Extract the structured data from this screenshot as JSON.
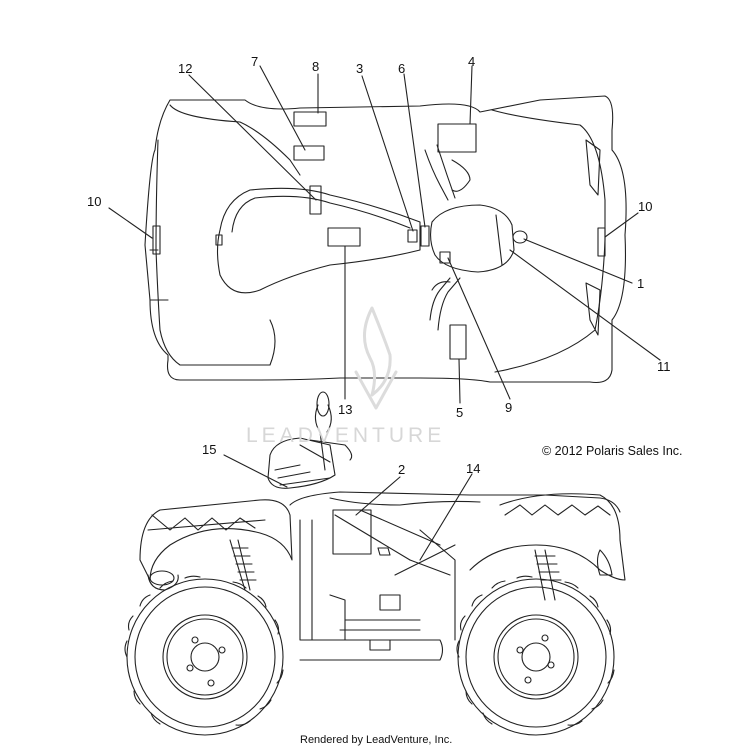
{
  "diagram": {
    "callouts": [
      {
        "id": "c1",
        "num": "1"
      },
      {
        "id": "c2",
        "num": "2"
      },
      {
        "id": "c3",
        "num": "3"
      },
      {
        "id": "c4",
        "num": "4"
      },
      {
        "id": "c5",
        "num": "5"
      },
      {
        "id": "c6",
        "num": "6"
      },
      {
        "id": "c7",
        "num": "7"
      },
      {
        "id": "c8",
        "num": "8"
      },
      {
        "id": "c9",
        "num": "9"
      },
      {
        "id": "c10a",
        "num": "10"
      },
      {
        "id": "c10b",
        "num": "10"
      },
      {
        "id": "c11",
        "num": "11"
      },
      {
        "id": "c12",
        "num": "12"
      },
      {
        "id": "c13",
        "num": "13"
      },
      {
        "id": "c14",
        "num": "14"
      },
      {
        "id": "c15",
        "num": "15"
      }
    ],
    "watermark": "LEADVENTURE",
    "copyright": "© 2012 Polaris Sales Inc.",
    "footer": "Rendered by LeadVenture, Inc."
  }
}
